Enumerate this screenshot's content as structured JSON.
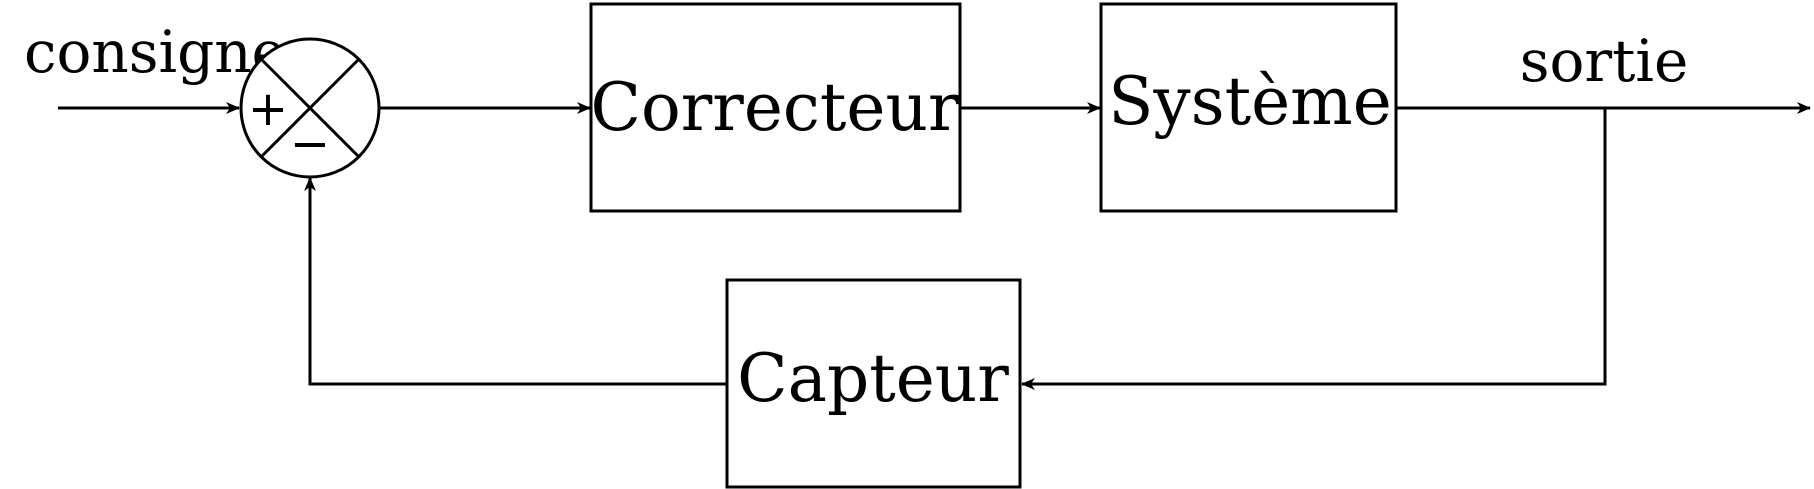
{
  "blocks": {
    "correcteur": "Correcteur",
    "systeme": "Système",
    "capteur": "Capteur"
  },
  "signals": {
    "input": "consigne",
    "output": "sortie"
  },
  "summing_junction": {
    "plus_sign": "+",
    "minus_sign": "−"
  },
  "colors": {
    "stroke": "#000000",
    "background": "#ffffff"
  }
}
